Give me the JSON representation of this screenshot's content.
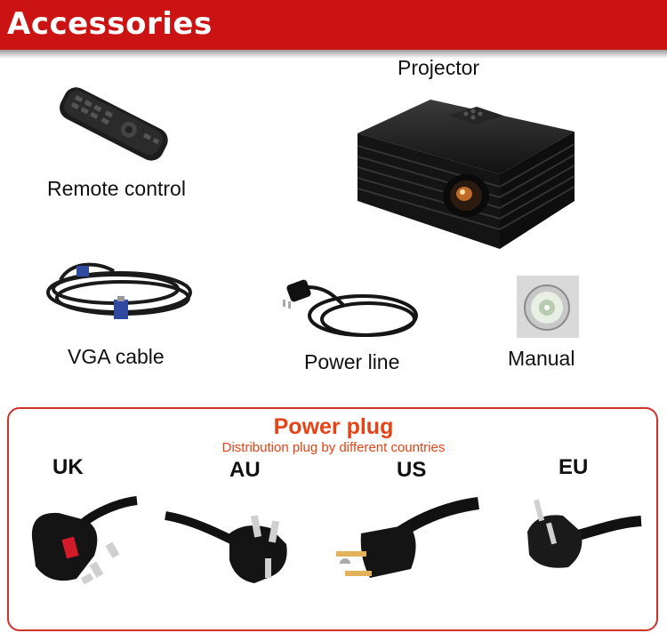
{
  "header": {
    "title": "Accessories",
    "bg_color": "#cc1313"
  },
  "items": {
    "projector": "Projector",
    "remote": "Remote control",
    "vga": "VGA cable",
    "power_line": "Power line",
    "manual": "Manual"
  },
  "plug_section": {
    "title": "Power plug",
    "subtitle": "Distribution plug by different countries",
    "accent_color": "#e64317",
    "countries": [
      "UK",
      "AU",
      "US",
      "EU"
    ]
  }
}
